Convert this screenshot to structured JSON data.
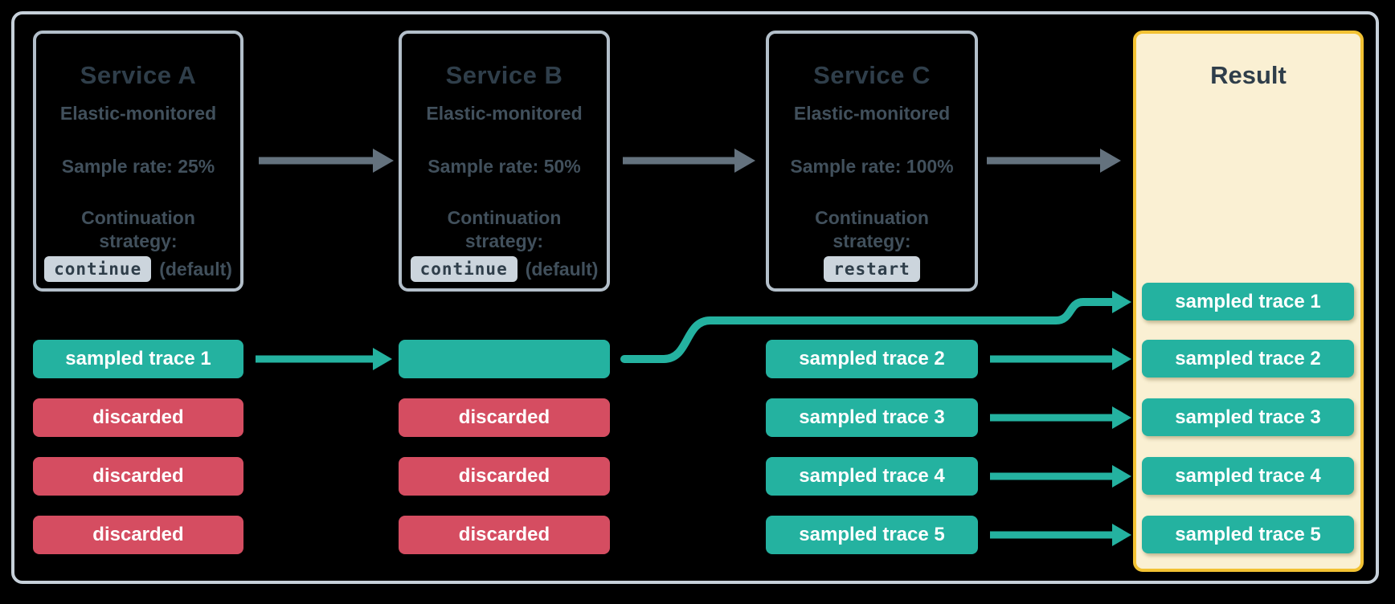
{
  "services": [
    {
      "name": "Service A",
      "monitored": "Elastic-monitored",
      "sample_rate": "Sample rate: 25%",
      "continuation_label": "Continuation strategy:",
      "strategy": "continue",
      "strategy_suffix": "(default)"
    },
    {
      "name": "Service B",
      "monitored": "Elastic-monitored",
      "sample_rate": "Sample rate: 50%",
      "continuation_label": "Continuation strategy:",
      "strategy": "continue",
      "strategy_suffix": "(default)"
    },
    {
      "name": "Service C",
      "monitored": "Elastic-monitored",
      "sample_rate": "Sample rate: 100%",
      "continuation_label": "Continuation strategy:",
      "strategy": "restart",
      "strategy_suffix": ""
    }
  ],
  "columns": {
    "a": [
      "sampled trace 1",
      "discarded",
      "discarded",
      "discarded"
    ],
    "b": [
      "",
      "discarded",
      "discarded",
      "discarded"
    ],
    "c": [
      "sampled trace 2",
      "sampled trace 3",
      "sampled trace 4",
      "sampled trace 5"
    ]
  },
  "result": {
    "title": "Result",
    "pills": [
      "sampled trace 1",
      "sampled trace 2",
      "sampled trace 3",
      "sampled trace 4",
      "sampled trace 5"
    ]
  },
  "colors": {
    "sampled_green": "#24b2a0",
    "discarded_red": "#d54d61",
    "result_border_yellow": "#f2c233",
    "result_fill_cream": "#faf0d3",
    "text_slate": "#2f3e4a",
    "flow_arrow_gray": "#64727e",
    "badge_gray": "#ccd5dd",
    "frame_gray": "#c7d1da"
  }
}
